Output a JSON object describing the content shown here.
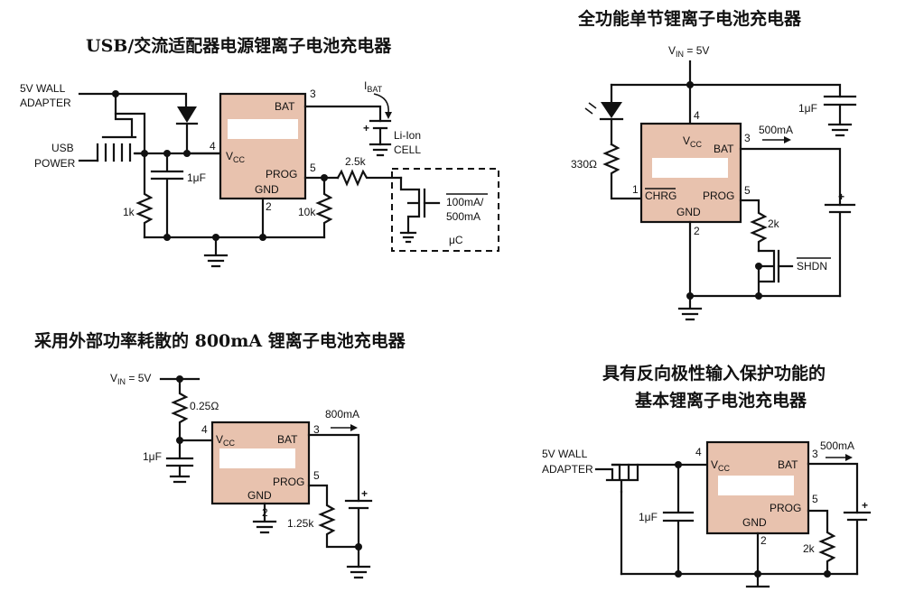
{
  "circuits": {
    "usb_charger": {
      "title": "USB/交流适配器电源锂离子电池充电器",
      "wall_adapter_line1": "5V WALL",
      "wall_adapter_line2": "ADAPTER",
      "usb_power_line1": "USB",
      "usb_power_line2": "POWER",
      "pin_bat": "BAT",
      "pin_vcc": "V",
      "pin_vcc_sub": "CC",
      "pin_prog": "PROG",
      "pin_gnd": "GND",
      "pin3": "3",
      "pin4": "4",
      "pin5": "5",
      "pin2": "2",
      "ibat": "I",
      "ibat_sub": "BAT",
      "cell_line1": "Li-Ion",
      "cell_line2": "CELL",
      "cap": "1μF",
      "r1": "1k",
      "r_prog": "10k",
      "r_series": "2.5k",
      "mode_line1": "100mA/",
      "mode_line2": "500mA",
      "uc": "μC"
    },
    "full_featured": {
      "title": "全功能单节锂离子电池充电器",
      "vin": "V",
      "vin_sub": "IN",
      "vin_val": " = 5V",
      "cap": "1μF",
      "r_led": "330Ω",
      "current": "500mA",
      "pin_vcc": "V",
      "pin_vcc_sub": "CC",
      "pin_bat": "BAT",
      "pin_chrg": "CHRG",
      "pin_prog": "PROG",
      "pin_gnd": "GND",
      "pin4": "4",
      "pin3": "3",
      "pin1": "1",
      "pin5": "5",
      "pin2": "2",
      "r_prog": "2k",
      "shdn": "SHDN"
    },
    "external_power": {
      "title": "采用外部功率耗散的 800mA 锂离子电池充电器",
      "vin": "V",
      "vin_sub": "IN",
      "vin_val": " = 5V",
      "r_sense": "0.25Ω",
      "cap": "1μF",
      "current": "800mA",
      "pin_vcc": "V",
      "pin_vcc_sub": "CC",
      "pin_bat": "BAT",
      "pin_prog": "PROG",
      "pin_gnd": "GND",
      "pin4": "4",
      "pin3": "3",
      "pin5": "5",
      "pin2": "2",
      "r_prog": "1.25k"
    },
    "reverse_protect": {
      "title_line1": "具有反向极性输入保护功能的",
      "title_line2": "基本锂离子电池充电器",
      "wall_adapter_line1": "5V WALL",
      "wall_adapter_line2": "ADAPTER",
      "cap": "1μF",
      "current": "500mA",
      "pin_vcc": "V",
      "pin_vcc_sub": "CC",
      "pin_bat": "BAT",
      "pin_prog": "PROG",
      "pin_gnd": "GND",
      "pin4": "4",
      "pin3": "3",
      "pin5": "5",
      "pin2": "2",
      "r_prog": "2k"
    }
  }
}
